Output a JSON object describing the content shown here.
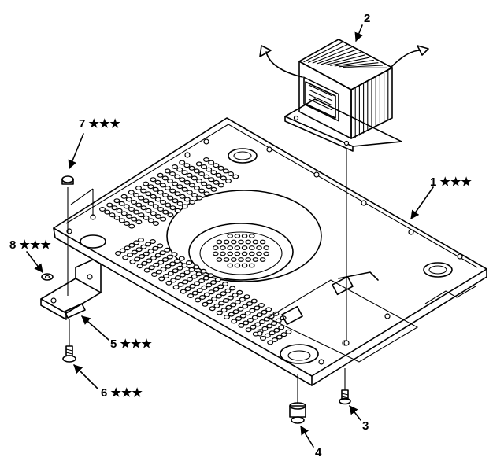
{
  "callouts": [
    {
      "id": "1",
      "text": "1 ★★★"
    },
    {
      "id": "2",
      "text": "2"
    },
    {
      "id": "3",
      "text": "3"
    },
    {
      "id": "4",
      "text": "4"
    },
    {
      "id": "5",
      "text": "5 ★★★"
    },
    {
      "id": "6",
      "text": "6 ★★★"
    },
    {
      "id": "7",
      "text": "7 ★★★"
    },
    {
      "id": "8",
      "text": "8 ★★★"
    }
  ]
}
